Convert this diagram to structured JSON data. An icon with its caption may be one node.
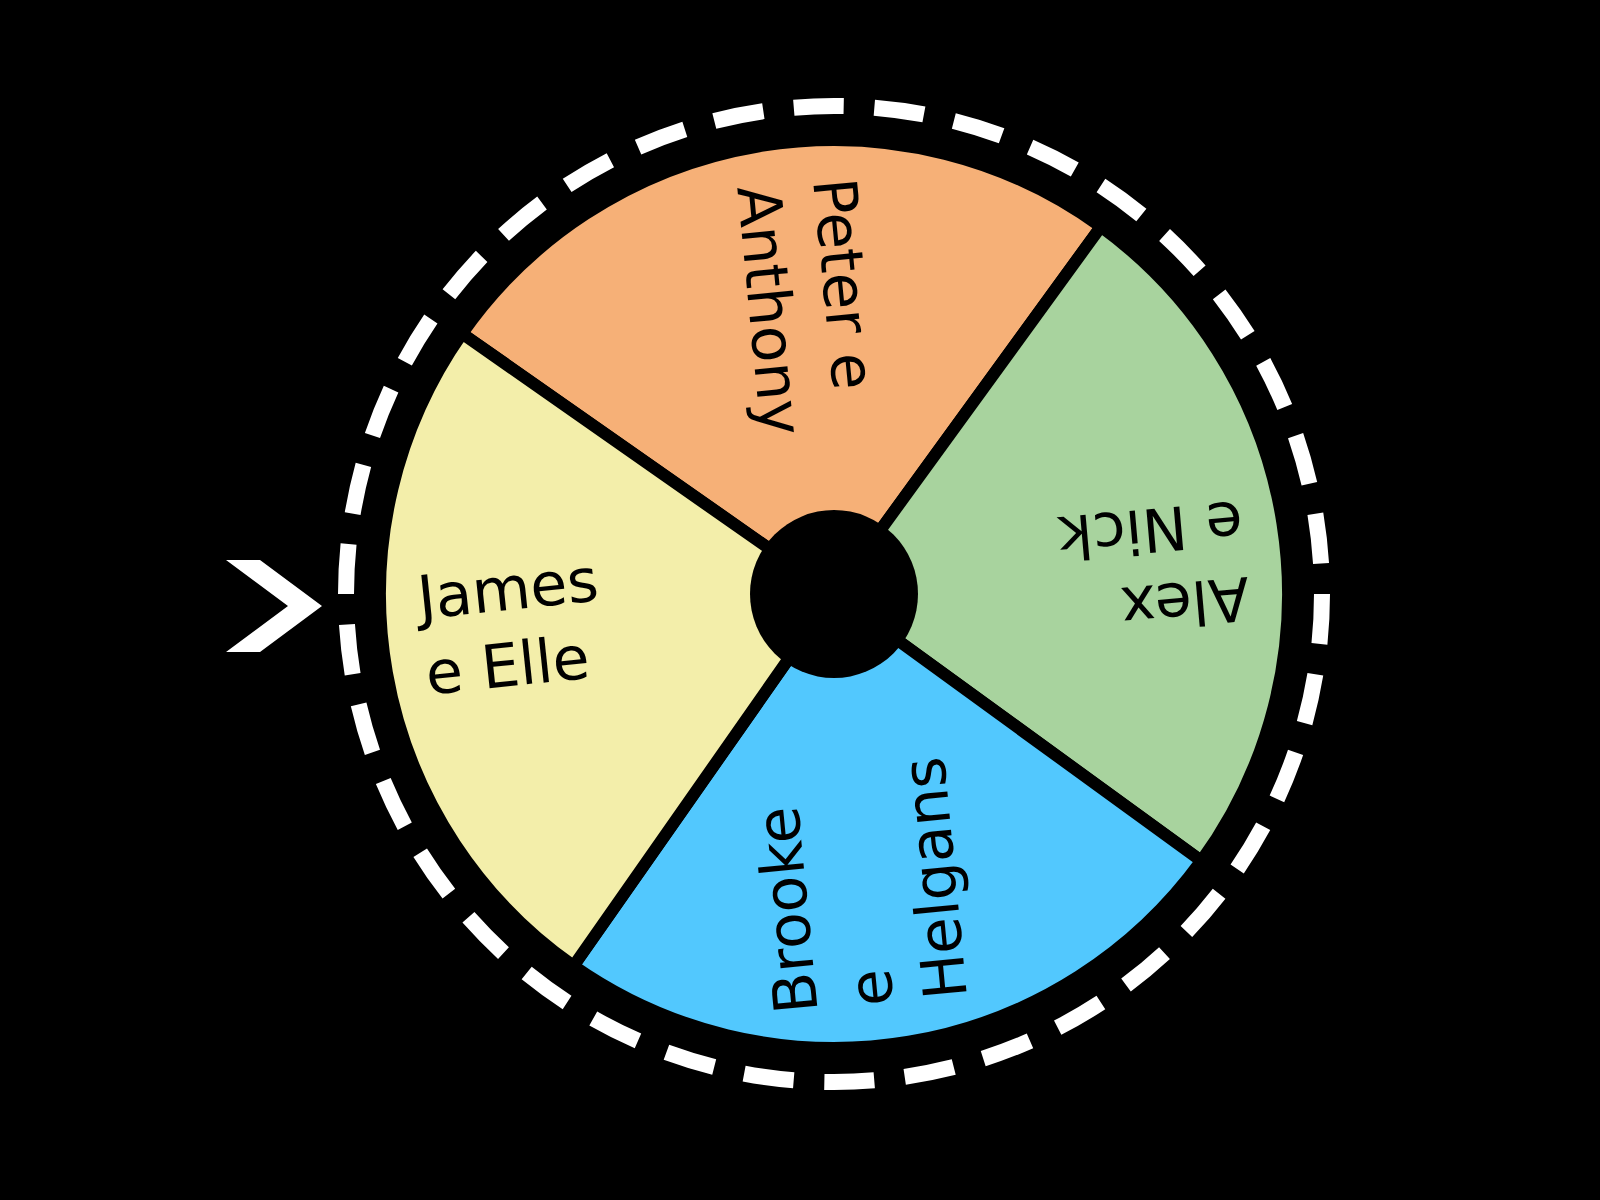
{
  "diagram": {
    "nodes": [
      {
        "text": [
          "Peter e Anthony"
        ]
      },
      {
        "text": [
          "Alex e Nick"
        ]
      },
      {
        "text": [
          "Brooke e Helgans"
        ]
      },
      {
        "text": [
          "James e Elle"
        ]
      }
    ]
  }
}
